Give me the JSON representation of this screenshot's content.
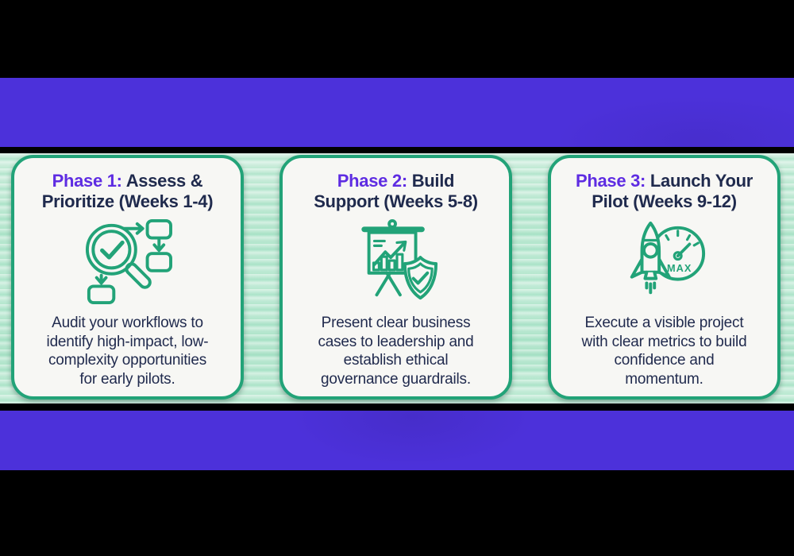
{
  "colors": {
    "band_purple": "#4c31da",
    "card_border_green": "#22a378",
    "icon_green": "#22a378",
    "title_navy": "#1f2a4d",
    "phase_label_purple": "#5e2ce2",
    "card_background": "#f7f7f4",
    "content_mint_background": "#b9e7d1",
    "edge_black": "#000000"
  },
  "phases": [
    {
      "label": "Phase 1:",
      "title_line1": "Assess &",
      "title_line2": "Prioritize (Weeks 1-4)",
      "full_title": "Phase 1: Assess & Prioritize (Weeks 1-4)",
      "icon": "magnifier-check-flowchart-icon",
      "description": "Audit your workflows to identify high-impact, low-complexity opportunities for early pilots.",
      "desc_lines": [
        "Audit your workflows to",
        "identify high-impact, low-",
        "complexity opportunities",
        "for early pilots."
      ]
    },
    {
      "label": "Phase 2:",
      "title_line1": "Build",
      "title_line2": "Support (Weeks 5-8)",
      "full_title": "Phase 2: Build Support (Weeks 5-8)",
      "icon": "presentation-chart-shield-icon",
      "description": "Present clear business cases to leadership and establish ethical governance guardrails.",
      "desc_lines": [
        "Present clear business",
        "cases to leadership and",
        "establish ethical",
        "governance guardrails."
      ]
    },
    {
      "label": "Phase 3:",
      "title_line1": "Launch Your",
      "title_line2": "Pilot (Weeks 9-12)",
      "full_title": "Phase 3: Launch Your Pilot (Weeks 9-12)",
      "icon": "rocket-speedometer-icon",
      "icon_label": "MAX",
      "description": "Execute a visible project with clear metrics to build confidence and momentum.",
      "desc_lines": [
        "Execute a visible project",
        "with clear metrics to build",
        "confidence and",
        "momentum."
      ]
    }
  ]
}
